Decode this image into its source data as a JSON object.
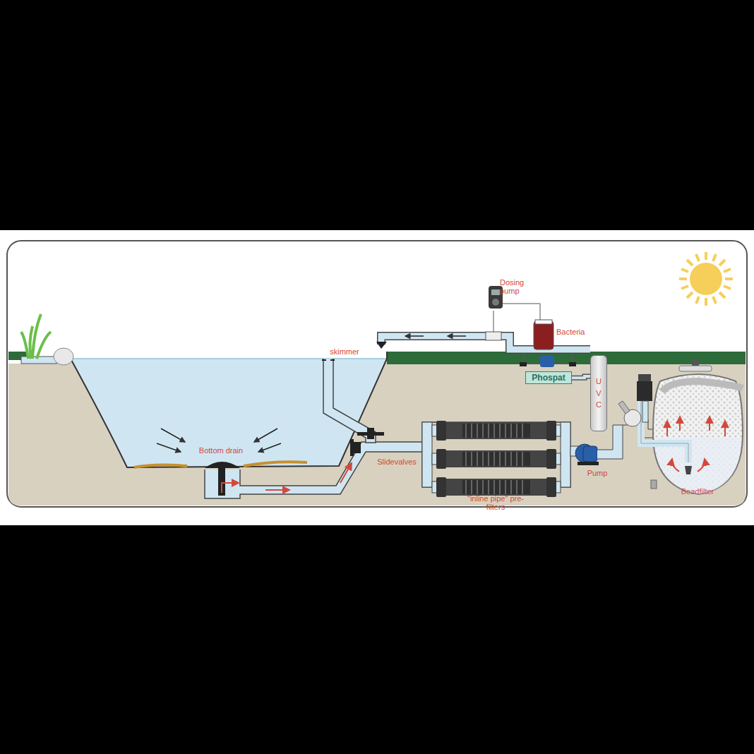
{
  "diagram": {
    "nodes": [
      {
        "text": [
          "Phospat"
        ]
      },
      {
        "text": [
          "UVC"
        ]
      }
    ],
    "edges": [
      {
        "from": 1,
        "to": 0,
        "arrow": "none"
      }
    ],
    "labels": [
      "Dosing pump",
      "Bacteria",
      "skimmer",
      "Bottom drain",
      "Slidevalves",
      "\"inline pipe\" pre-filters",
      "Pump",
      "Beadfilter"
    ]
  }
}
